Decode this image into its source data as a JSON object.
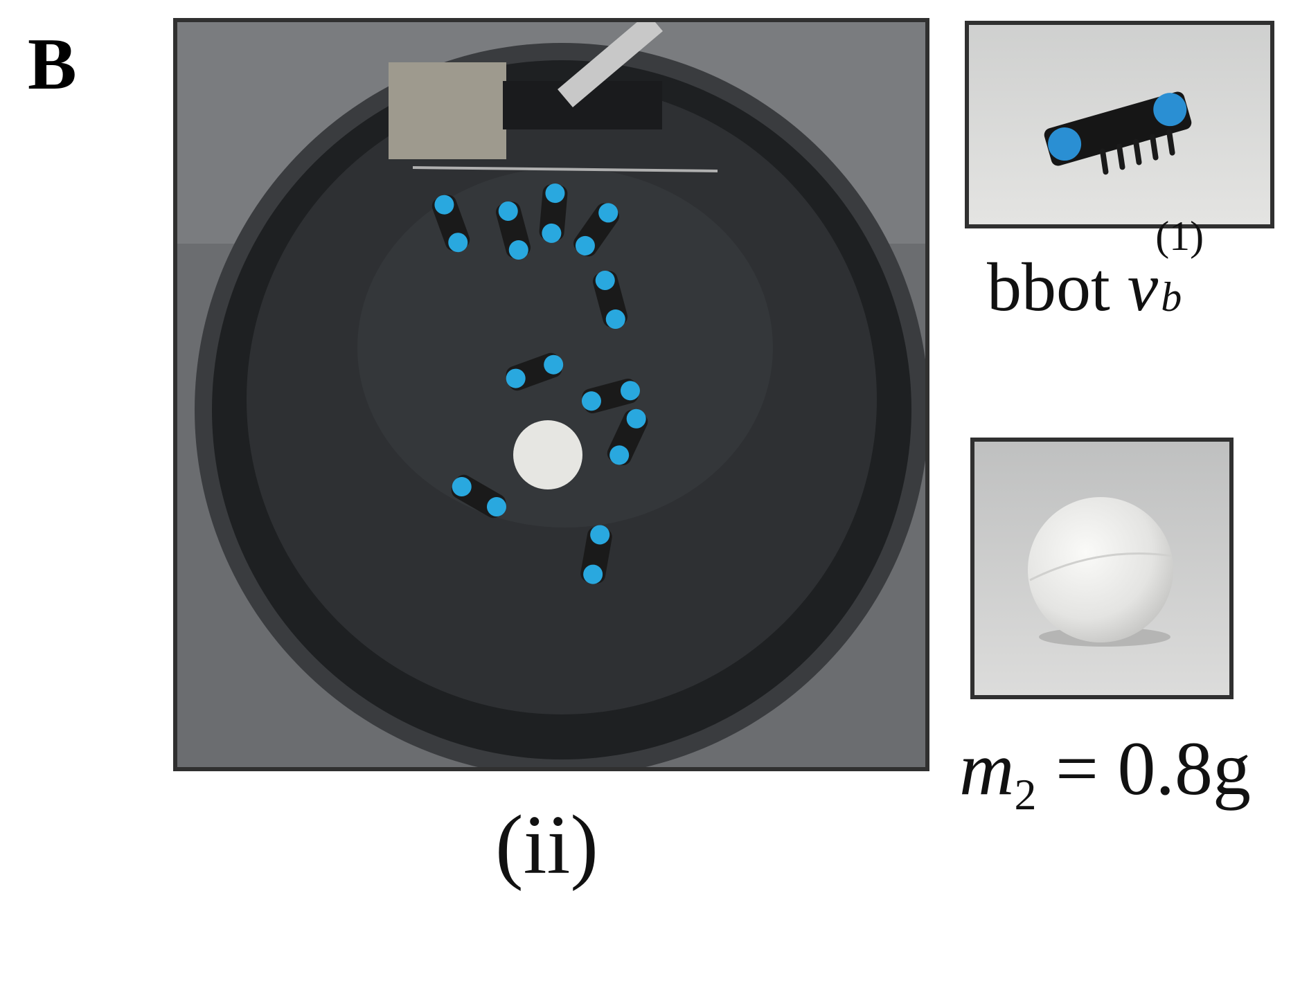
{
  "panel_label": "B",
  "captions": {
    "main": "(ii)",
    "bot_word": "bbot",
    "bot_symbol": "v",
    "bot_subscript": "b",
    "bot_superscript": "(1)",
    "mass_symbol": "m",
    "mass_subscript": "2",
    "mass_value": " = 0.8g"
  },
  "colors": {
    "bot_marker": "#29a8df",
    "arena": "#2a2c2e",
    "frame": "#303030"
  }
}
